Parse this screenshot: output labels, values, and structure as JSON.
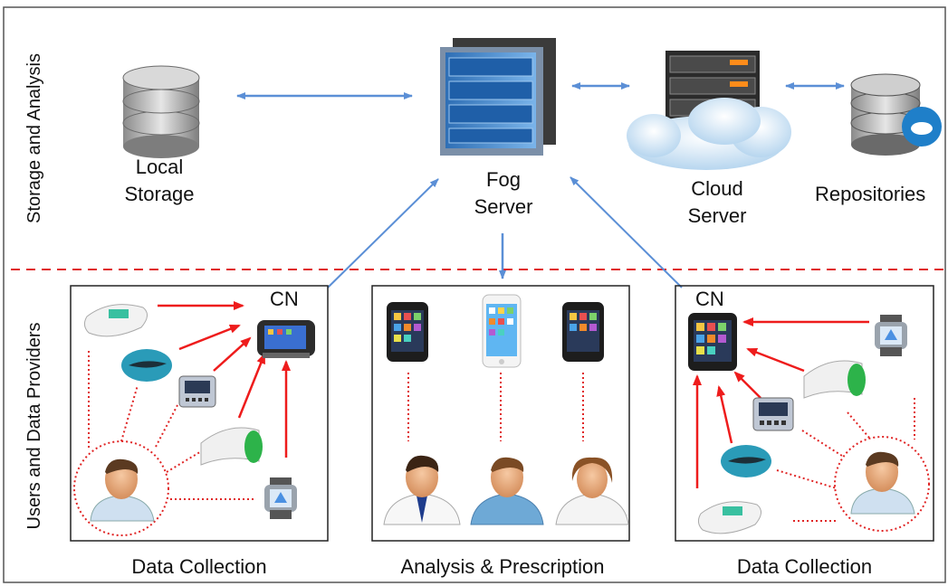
{
  "sections": {
    "top": "Storage and Analysis",
    "bottom": "Users and Data Providers"
  },
  "nodes": {
    "local_storage": "Local\nStorage",
    "fog_server": "Fog\nServer",
    "cloud_server": "Cloud\nServer",
    "repositories": "Repositories"
  },
  "panels": {
    "left": {
      "caption": "Data Collection",
      "cn": "CN"
    },
    "middle": {
      "caption": "Analysis & Prescription"
    },
    "right": {
      "caption": "Data Collection",
      "cn": "CN"
    }
  },
  "colors": {
    "blue_arrow": "#5b8fd6",
    "red_arrow": "#ee1c1c",
    "red_dotted": "#e02424",
    "divider": "#e02424"
  }
}
